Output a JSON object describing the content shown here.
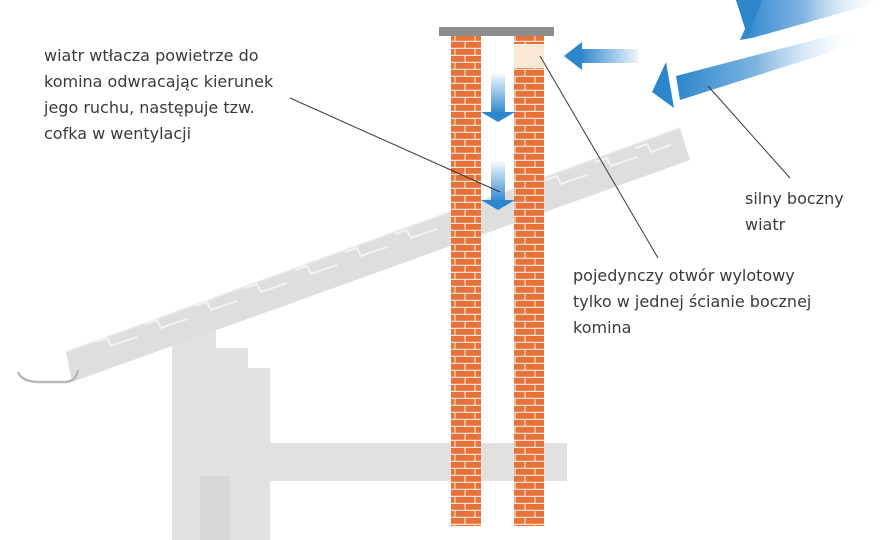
{
  "labels": {
    "backdraft": [
      "wiatr wtłacza powietrze do",
      "komina odwracając kierunek",
      "jego ruchu, następuje tzw.",
      "cofka w wentylacji"
    ],
    "side_wind": [
      "silny boczny",
      "wiatr"
    ],
    "outlet": [
      "pojedynczy otwór wylotowy",
      "tylko w jednej ścianie bocznej",
      "komina"
    ]
  },
  "colors": {
    "brick": "#e8713a",
    "mortar": "#fbe0cf",
    "cap": "#8c8c8c",
    "roof": "#dededc",
    "structure": "#e2e1df",
    "arrow": "#2c86cc",
    "arrow_fade": "#eef5fc",
    "leader": "#3a3a3a",
    "text": "#3a3a3a"
  },
  "icons": [
    "wind-arrow-icon",
    "airflow-down-arrow-icon"
  ]
}
